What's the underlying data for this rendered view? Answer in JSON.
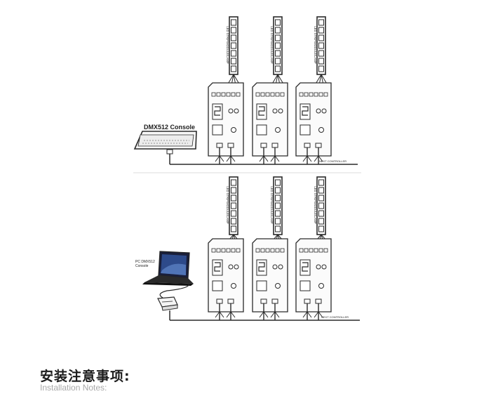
{
  "diagram": {
    "top_panel": {
      "console_label": "DMX512 Console",
      "strip_label": "LED STRIP/MODULE/LAMP",
      "end_label": "NEXT CONTROLLER"
    },
    "bottom_panel": {
      "console_label_line1": "PC DMX512",
      "console_label_line2": "Console",
      "strip_label": "LED STRIP/MODULE/LAMP",
      "end_label": "NEXT CONTROLLER"
    }
  },
  "notes": {
    "heading": "安装注意事项:",
    "subheading": "Installation Notes:"
  },
  "colors": {
    "line": "#2a2a2a",
    "text_dark": "#1c1c1c",
    "text_muted": "#a8a8a8"
  }
}
